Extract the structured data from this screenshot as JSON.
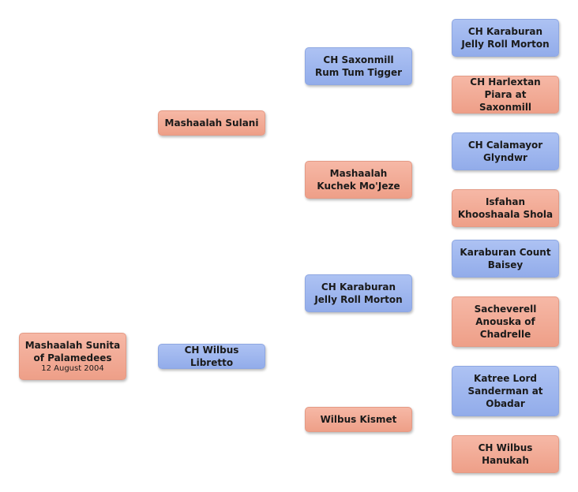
{
  "pedigree": {
    "subject": {
      "name": "Mashaalah Sunita of Palamedees",
      "date": "12 August 2004"
    },
    "dam": "Mashaalah Sulani",
    "sire": "CH Wilbus Libretto",
    "dam_sire": "CH Saxonmill Rum Tum Tigger",
    "dam_dam": "Mashaalah Kuchek Mo'Jeze",
    "sire_sire": "CH Karaburan Jelly Roll Morton",
    "sire_dam": "Wilbus Kismet",
    "g3": [
      "CH Karaburan Jelly Roll Morton",
      "CH Harlextan Piara at Saxonmill",
      "CH Calamayor Glyndwr",
      "Isfahan Khooshaala Shola",
      "Karaburan Count Baisey",
      "Sacheverell Anouska of Chadrelle",
      "Katree Lord Sanderman at Obadar",
      "CH Wilbus Hanukah"
    ]
  }
}
